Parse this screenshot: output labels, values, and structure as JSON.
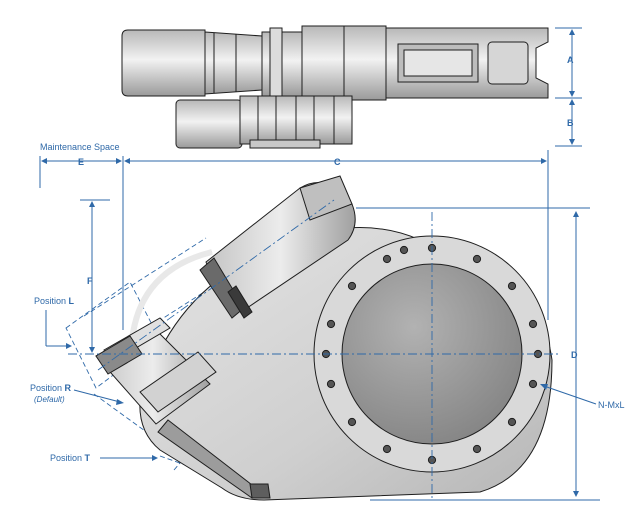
{
  "labels": {
    "maintenance_space": "Maintenance Space",
    "position_l_word": "Position",
    "position_l_letter": "L",
    "position_r_word": "Position",
    "position_r_letter": "R",
    "position_r_note": "(Default)",
    "position_t_word": "Position",
    "position_t_letter": "T",
    "bolt_spec": "N-MxL"
  },
  "dimensions": {
    "a": "A",
    "b": "B",
    "c": "C",
    "d": "D",
    "e": "E",
    "f": "F"
  },
  "colors": {
    "annotation_blue": "#2f69a8",
    "body_light": "#d4d4d4",
    "body_mid": "#a8a8a8",
    "port_dark": "#8f8f8f",
    "outline": "#1e1e1e"
  }
}
